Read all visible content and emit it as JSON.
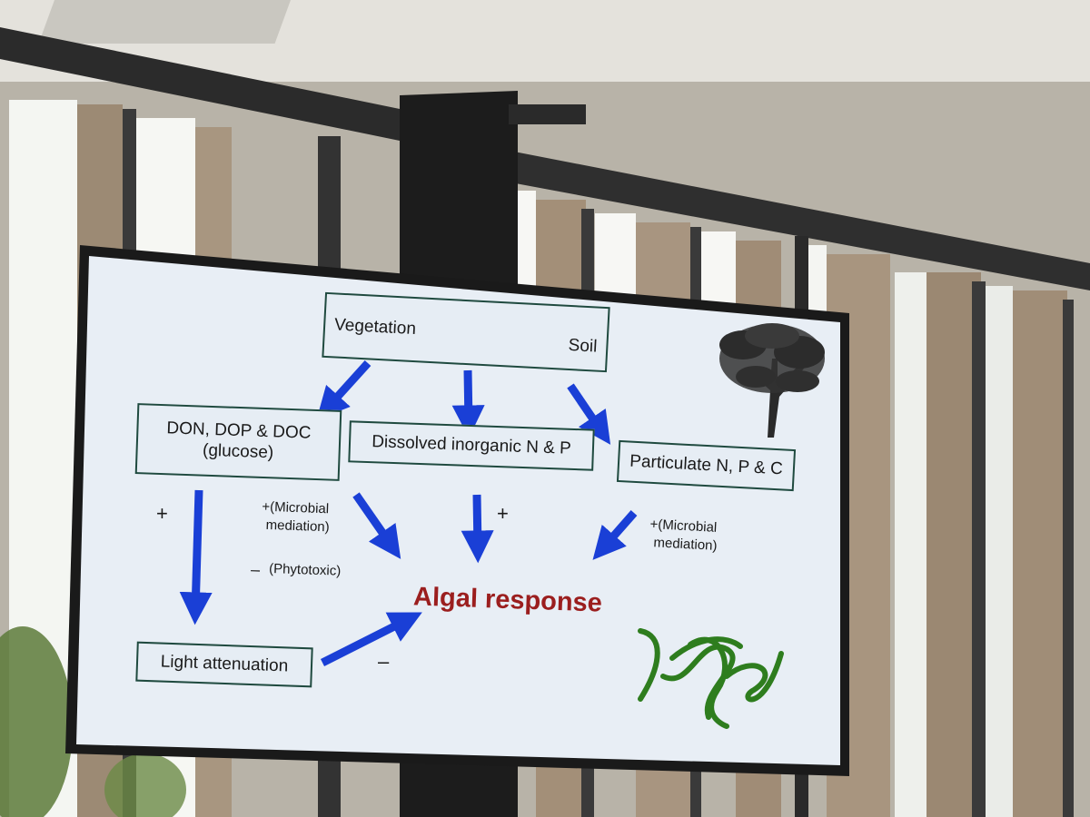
{
  "diagram": {
    "top_box": {
      "left": "Vegetation",
      "right": "Soil"
    },
    "nodes": {
      "don": [
        "DON, DOP & DOC",
        "(glucose)"
      ],
      "dissolved": "Dissolved inorganic N & P",
      "particulate": "Particulate N, P & C",
      "light": "Light attenuation",
      "algal": "Algal response"
    },
    "annotations": {
      "plus_left": "+",
      "plus_microbial_left": [
        "+(Microbial",
        "mediation)"
      ],
      "minus_phytotoxic": [
        "–",
        "(Phytotoxic)"
      ],
      "plus_mid": "+",
      "plus_microbial_right": [
        "+(Microbial",
        "mediation)"
      ],
      "minus_light": "–"
    },
    "icons": [
      "tree-icon",
      "algae-filament-icon"
    ],
    "colors": {
      "arrow": "#1a3fd6",
      "box_border": "#1f4a3f",
      "title": "#9b1e1e",
      "algae": "#2e7d1e"
    }
  }
}
